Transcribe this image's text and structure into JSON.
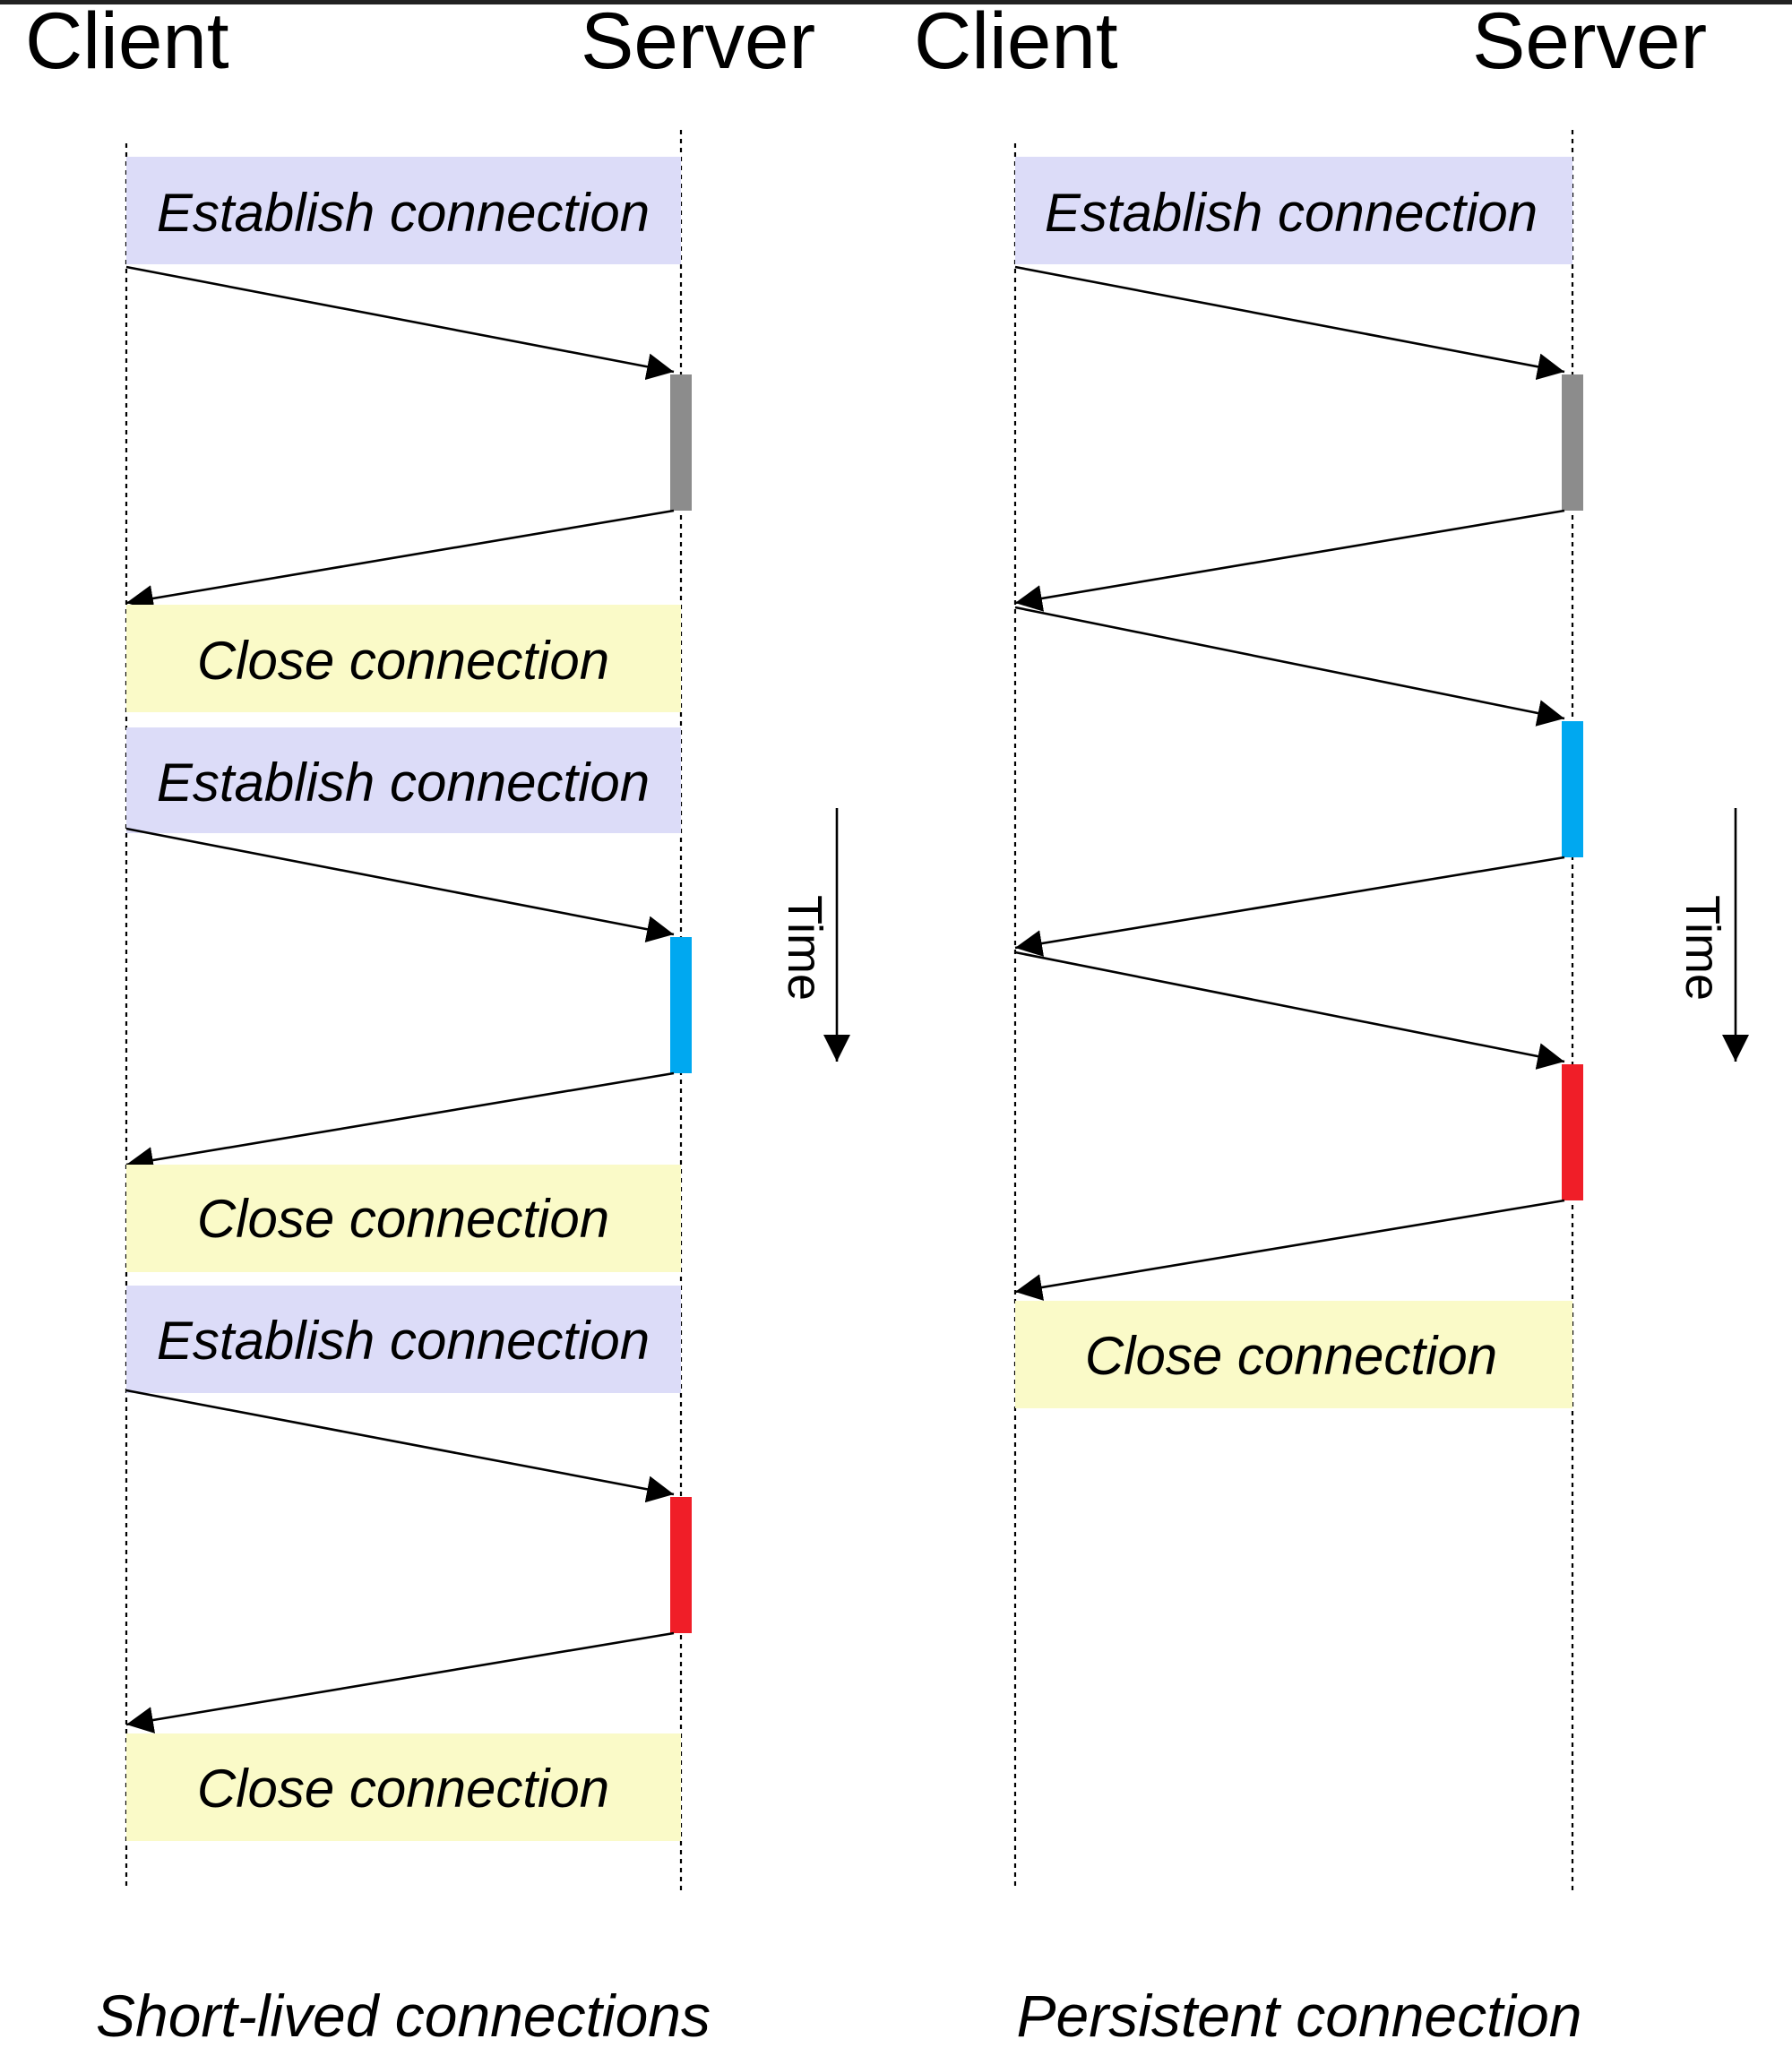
{
  "colors": {
    "establish_fill": "#dcdcf8",
    "close_fill": "#fafac8",
    "processing_gray": "#8c8c8c",
    "processing_blue": "#00a8f0",
    "processing_red": "#f01e28",
    "top_border": "#222222"
  },
  "icons": {
    "arrowhead": "arrowhead-icon",
    "time_arrow": "time-arrow-icon"
  },
  "panels": [
    {
      "id": "short-lived",
      "client_label": "Client",
      "server_label": "Server",
      "caption": "Short-lived connections",
      "time_label": "Time",
      "establish_label": "Establish connection",
      "close_label": "Close connection",
      "processing_colors": [
        "#8c8c8c",
        "#00a8f0",
        "#f01e28"
      ]
    },
    {
      "id": "persistent",
      "client_label": "Client",
      "server_label": "Server",
      "caption": "Persistent connection",
      "time_label": "Time",
      "establish_label": "Establish connection",
      "close_label": "Close connection",
      "processing_colors": [
        "#8c8c8c",
        "#00a8f0",
        "#f01e28"
      ]
    }
  ]
}
